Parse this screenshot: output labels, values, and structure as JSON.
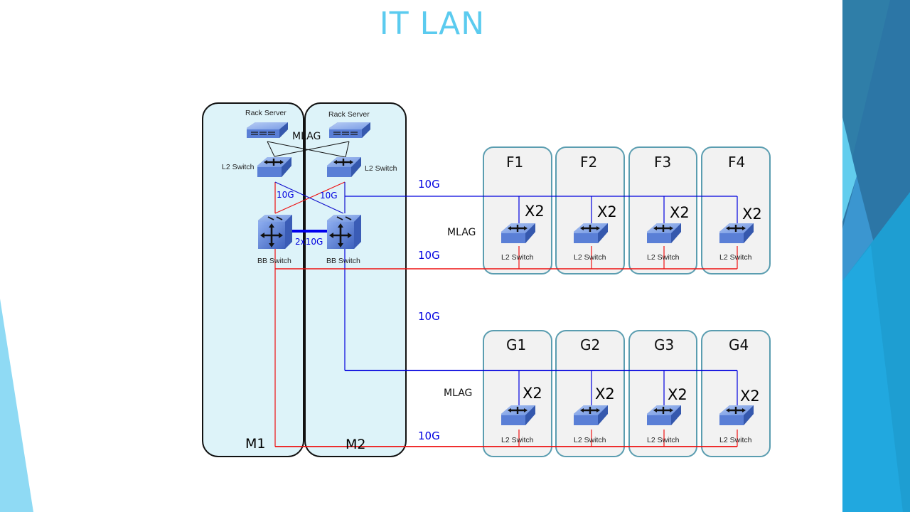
{
  "slide": {
    "title": "IT LAN",
    "accent_color": "#5bcbef"
  },
  "columns": {
    "m1": {
      "label": "M1"
    },
    "m2": {
      "label": "M2"
    }
  },
  "core": {
    "rack_servers": [
      {
        "label": "Rack Server"
      },
      {
        "label": "Rack Server"
      }
    ],
    "l2_switches": [
      {
        "label": "L2 Switch"
      },
      {
        "label": "L2 Switch"
      }
    ],
    "bb_switches": [
      {
        "label": "BB Switch"
      },
      {
        "label": "BB Switch"
      }
    ],
    "mlag_label": "MLAG",
    "uplink_left_label": "10G",
    "uplink_right_label": "10G",
    "interlink_label": "2x10G"
  },
  "f_group": {
    "top_link_label": "10G",
    "bottom_link_label": "10G",
    "mlag_label": "MLAG",
    "boxes": [
      {
        "name": "F1",
        "multiplier": "X2",
        "switch_label": "L2 Switch"
      },
      {
        "name": "F2",
        "multiplier": "X2",
        "switch_label": "L2 Switch"
      },
      {
        "name": "F3",
        "multiplier": "X2",
        "switch_label": "L2 Switch"
      },
      {
        "name": "F4",
        "multiplier": "X2",
        "switch_label": "L2 Switch"
      }
    ]
  },
  "g_group": {
    "top_link_label": "10G",
    "bottom_link_label": "10G",
    "mlag_label": "MLAG",
    "boxes": [
      {
        "name": "G1",
        "multiplier": "X2",
        "switch_label": "L2 Switch"
      },
      {
        "name": "G2",
        "multiplier": "X2",
        "switch_label": "L2 Switch"
      },
      {
        "name": "G3",
        "multiplier": "X2",
        "switch_label": "L2 Switch"
      },
      {
        "name": "G4",
        "multiplier": "X2",
        "switch_label": "L2 Switch"
      }
    ]
  },
  "colors": {
    "link_blue": "#0000dd",
    "link_red": "#ee1111",
    "column_fill": "#ddf3f9",
    "box_fill": "#f2f2f2",
    "box_border": "#5a9db0"
  }
}
